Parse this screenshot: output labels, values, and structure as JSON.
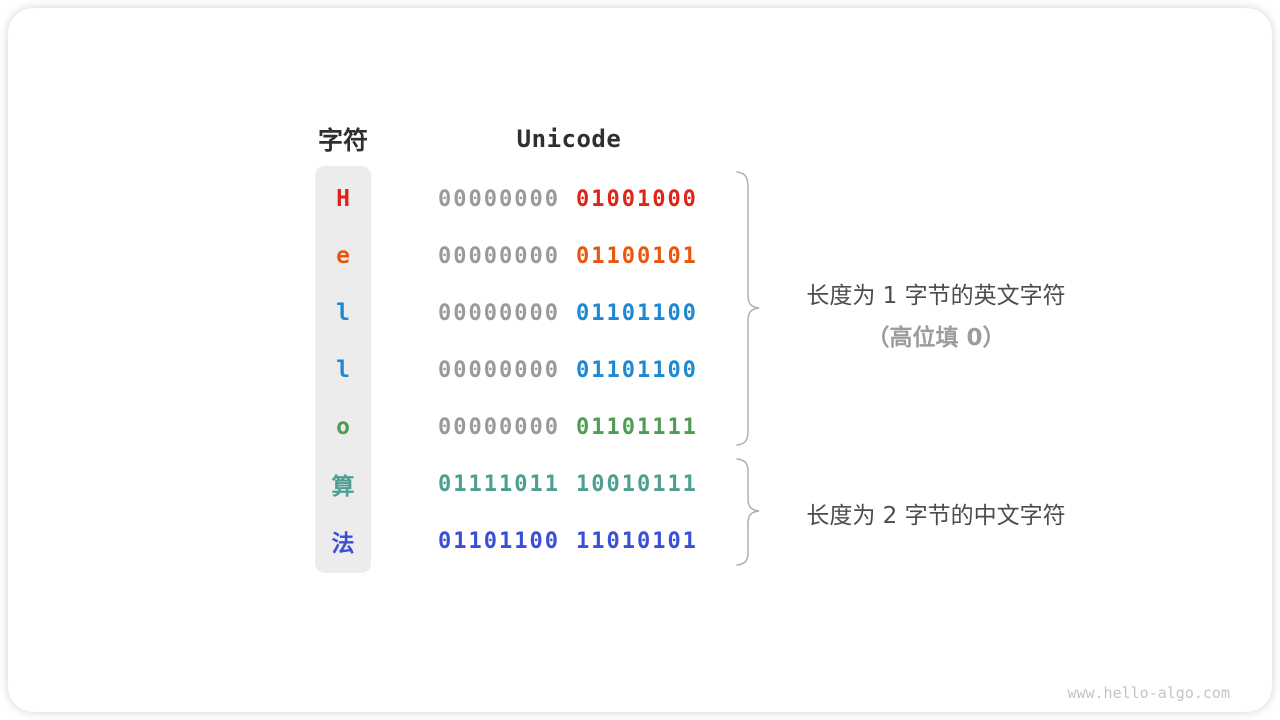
{
  "table": {
    "headers": {
      "char": "字符",
      "unicode": "Unicode"
    },
    "rows": [
      {
        "char": "H",
        "color": "#df241a",
        "high_byte": "00000000",
        "high_byte_color": "#9a9a9a",
        "low_byte": "01001000"
      },
      {
        "char": "e",
        "color": "#e8570d",
        "high_byte": "00000000",
        "high_byte_color": "#9a9a9a",
        "low_byte": "01100101"
      },
      {
        "char": "l",
        "color": "#1f88d2",
        "high_byte": "00000000",
        "high_byte_color": "#9a9a9a",
        "low_byte": "01101100"
      },
      {
        "char": "l",
        "color": "#1f88d2",
        "high_byte": "00000000",
        "high_byte_color": "#9a9a9a",
        "low_byte": "01101100"
      },
      {
        "char": "o",
        "color": "#4f9c53",
        "high_byte": "00000000",
        "high_byte_color": "#9a9a9a",
        "low_byte": "01101111"
      },
      {
        "char": "算",
        "color": "#4c9f91",
        "high_byte": "01111011",
        "high_byte_color": "#4c9f91",
        "low_byte": "10010111"
      },
      {
        "char": "法",
        "color": "#3a4fd8",
        "high_byte": "01101100",
        "high_byte_color": "#3a4fd8",
        "low_byte": "11010101"
      }
    ]
  },
  "annotations": {
    "group1_line1": "长度为 1 字节的英文字符",
    "group1_line2": "（高位填 0）",
    "group2_line1": "长度为 2 字节的中文字符"
  },
  "colors": {
    "column_background": "#ececec",
    "header_text": "#2f2f2f",
    "gray_bits": "#9a9a9a",
    "annotation_dark": "#4c4c4c",
    "annotation_light": "#9c9c9c",
    "brace": "#b0b0b0"
  },
  "watermark": "www.hello-algo.com"
}
